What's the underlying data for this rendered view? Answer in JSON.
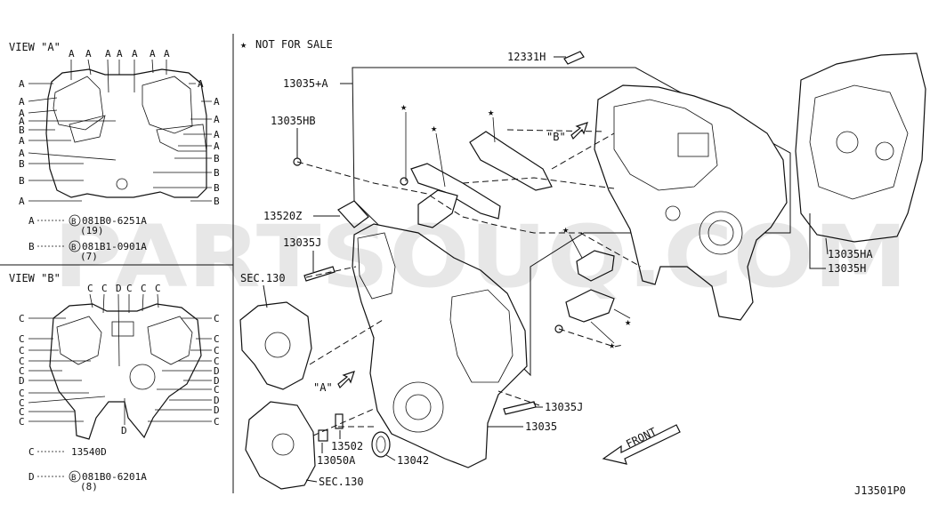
{
  "not_for_sale": "NOT FOR SALE",
  "view_a": {
    "title": "VIEW \"A\"",
    "top_letters": [
      "A",
      "A",
      "A",
      "A",
      "A",
      "A",
      "A"
    ],
    "left_letters": [
      "A",
      "A",
      "A",
      "A",
      "B",
      "A",
      "A",
      "B",
      "B",
      "A"
    ],
    "right_letters": [
      "A",
      "A",
      "A",
      "A",
      "A",
      "B",
      "B",
      "B",
      "B"
    ],
    "legend": [
      {
        "key": "A",
        "part": "081B0-6251A",
        "qty": "(19)"
      },
      {
        "key": "B",
        "part": "081B1-0901A",
        "qty": "(7)"
      }
    ]
  },
  "view_b": {
    "title": "VIEW \"B\"",
    "top_letters": [
      "C",
      "C",
      "D",
      "C",
      "C",
      "C"
    ],
    "left_letters": [
      "C",
      "C",
      "C",
      "C",
      "C",
      "D",
      "C",
      "C",
      "C",
      "C"
    ],
    "right_letters": [
      "C",
      "C",
      "C",
      "C",
      "D",
      "D",
      "C",
      "D",
      "D",
      "C"
    ],
    "bottom_letter": "D",
    "legend": [
      {
        "key": "C",
        "part": "13540D",
        "qty": ""
      },
      {
        "key": "D",
        "part": "081B0-6201A",
        "qty": "(8)"
      }
    ]
  },
  "callouts": {
    "p12331H": "12331H",
    "p13035A": "13035+A",
    "p13035HB": "13035HB",
    "p13520Z": "13520Z",
    "p13035J_top": "13035J",
    "sec130_top": "SEC.130",
    "p13035HA": "13035HA",
    "p13035H": "13035H",
    "p13035J_bottom": "13035J",
    "p13035": "13035",
    "p13502": "13502",
    "p13050A": "13050A",
    "p13042": "13042",
    "sec130_bottom": "SEC.130",
    "view_b_ref": "\"B\"",
    "view_a_ref": "\"A\"",
    "front": "FRONT"
  },
  "footer_code": "J13501P0",
  "watermark": "PARTSOUQ.COM"
}
